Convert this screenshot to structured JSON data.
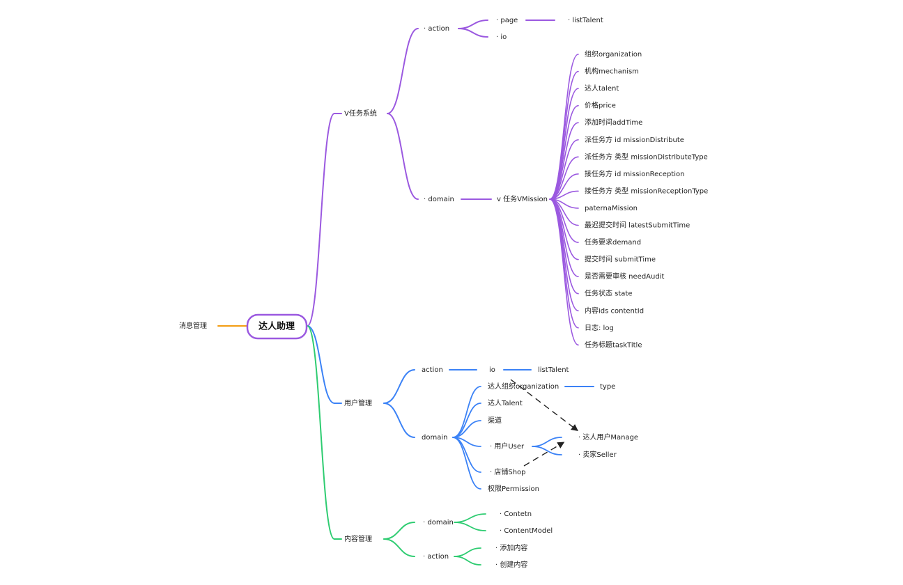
{
  "root": {
    "label": "达人助理"
  },
  "colors": {
    "purple": "#9b59e0",
    "blue": "#3b82f6",
    "green": "#2ecc71",
    "orange": "#f39c12",
    "dash": "#222222"
  },
  "left_branch": {
    "label": "消息管理"
  },
  "v_mission": {
    "label": "V任务系统",
    "action": {
      "label": "action",
      "page": "page",
      "list_talent": "listTalent",
      "io": "io"
    },
    "domain": {
      "label": "domain",
      "entity": "v 任务VMission",
      "fields": [
        "组织organization",
        "机构mechanism",
        "达人talent",
        "价格price",
        "添加时间addTime",
        "派任务方 id  missionDistribute",
        "派任务方 类型  missionDistributeType",
        "接任务方 id   missionReception",
        "接任务方 类型   missionReceptionType",
        "paternaMission",
        "最迟提交时间  latestSubmitTime",
        "任务要求demand",
        "提交时间 submitTime",
        "是否需要审核 needAudit",
        "任务状态 state",
        "内容ids contentId",
        "日志:   log",
        "任务标题taskTitle"
      ]
    }
  },
  "user_mgmt": {
    "label": "用户管理",
    "action": {
      "label": "action",
      "io": "io",
      "list_talent": "listTalent"
    },
    "domain": {
      "label": "domain",
      "talent_org": "达人组织organization",
      "type": "type",
      "talent": "达人Talent",
      "channel": "渠道",
      "user": "用户User",
      "manage": "达人用户Manage",
      "seller": "卖家Seller",
      "shop": "店铺Shop",
      "permission": "权限Permission"
    }
  },
  "content_mgmt": {
    "label": "内容管理",
    "domain": {
      "label": "domain",
      "content": "Contetn",
      "content_model": "ContentModel"
    },
    "action": {
      "label": "action",
      "add": "添加内容",
      "create": "创建内容"
    }
  }
}
